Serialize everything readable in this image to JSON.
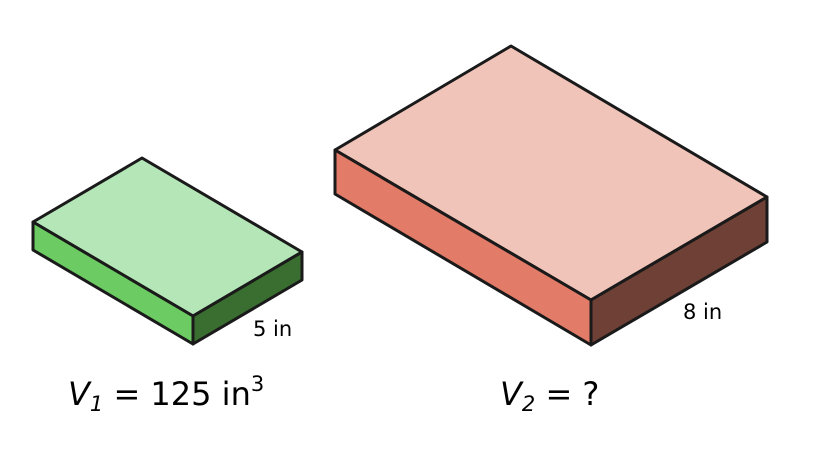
{
  "colors": {
    "small_top": "#b5e6b8",
    "small_front": "#6ccb63",
    "small_side": "#3a6e30",
    "large_top": "#f1c4b9",
    "large_front": "#e27b67",
    "large_side": "#6f4035"
  },
  "small_prism": {
    "dimension_label": "5 in",
    "formula": {
      "variable": "V",
      "subscript": "1",
      "equals": "=",
      "value": "125 in",
      "exponent": "3"
    }
  },
  "large_prism": {
    "dimension_label": "8 in",
    "formula": {
      "variable": "V",
      "subscript": "2",
      "equals": "=",
      "value": "?"
    }
  }
}
